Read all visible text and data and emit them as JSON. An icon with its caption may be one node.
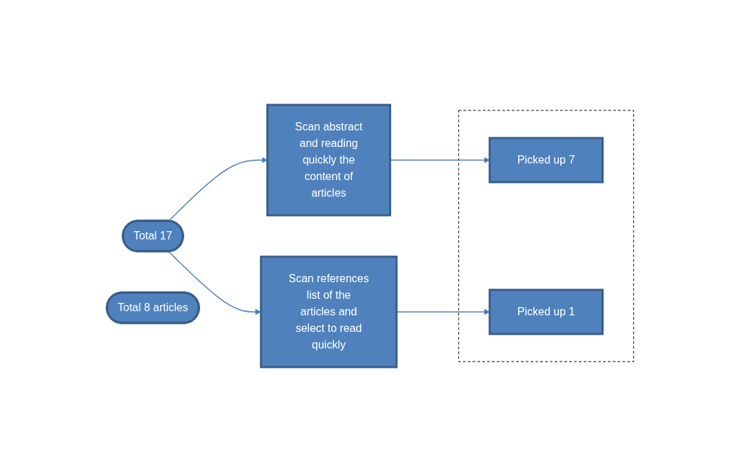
{
  "diagram": {
    "nodes": [
      {
        "text": [
          "Total 17"
        ]
      },
      {
        "text": [
          "Scan abstract and reading quickly the content of articles"
        ]
      },
      {
        "text": [
          "Scan references list of the articles and select to read quickly"
        ]
      },
      {
        "text": [],
        "shape": "box"
      },
      {
        "text": [
          "Picked up 7"
        ],
        "in": 3
      },
      {
        "text": [
          "Picked up 1"
        ],
        "in": 3
      },
      {
        "text": [
          "Total 8 articles"
        ]
      }
    ],
    "edges": [
      {
        "from": 0,
        "to": 1,
        "arrow": "to"
      },
      {
        "from": 0,
        "to": 2,
        "arrow": "to"
      },
      {
        "from": 1,
        "to": 4,
        "arrow": "to"
      },
      {
        "from": 2,
        "to": 5,
        "arrow": "to"
      }
    ]
  }
}
